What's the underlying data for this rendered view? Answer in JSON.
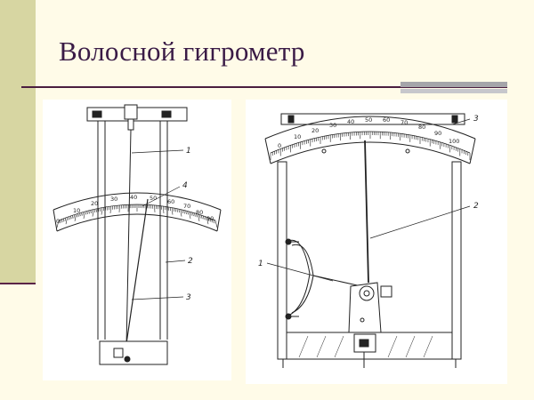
{
  "title": "Волосной гигрометр",
  "figure_left": {
    "scale_labels": [
      "0",
      "10",
      "20",
      "30",
      "40",
      "50",
      "60",
      "70",
      "80",
      "90"
    ],
    "leader_labels": [
      "1",
      "2",
      "3",
      "4"
    ]
  },
  "figure_right": {
    "scale_labels": [
      "0",
      "10",
      "20",
      "30",
      "40",
      "50",
      "60",
      "70",
      "80",
      "90",
      "100"
    ],
    "leader_labels": [
      "1",
      "2",
      "3"
    ]
  },
  "colors": {
    "background": "#fffbe8",
    "side_band": "#d7d6a2",
    "title": "#3a1b46",
    "rule": "#4b1e3f",
    "deco_bar": "#a5a5aa"
  }
}
